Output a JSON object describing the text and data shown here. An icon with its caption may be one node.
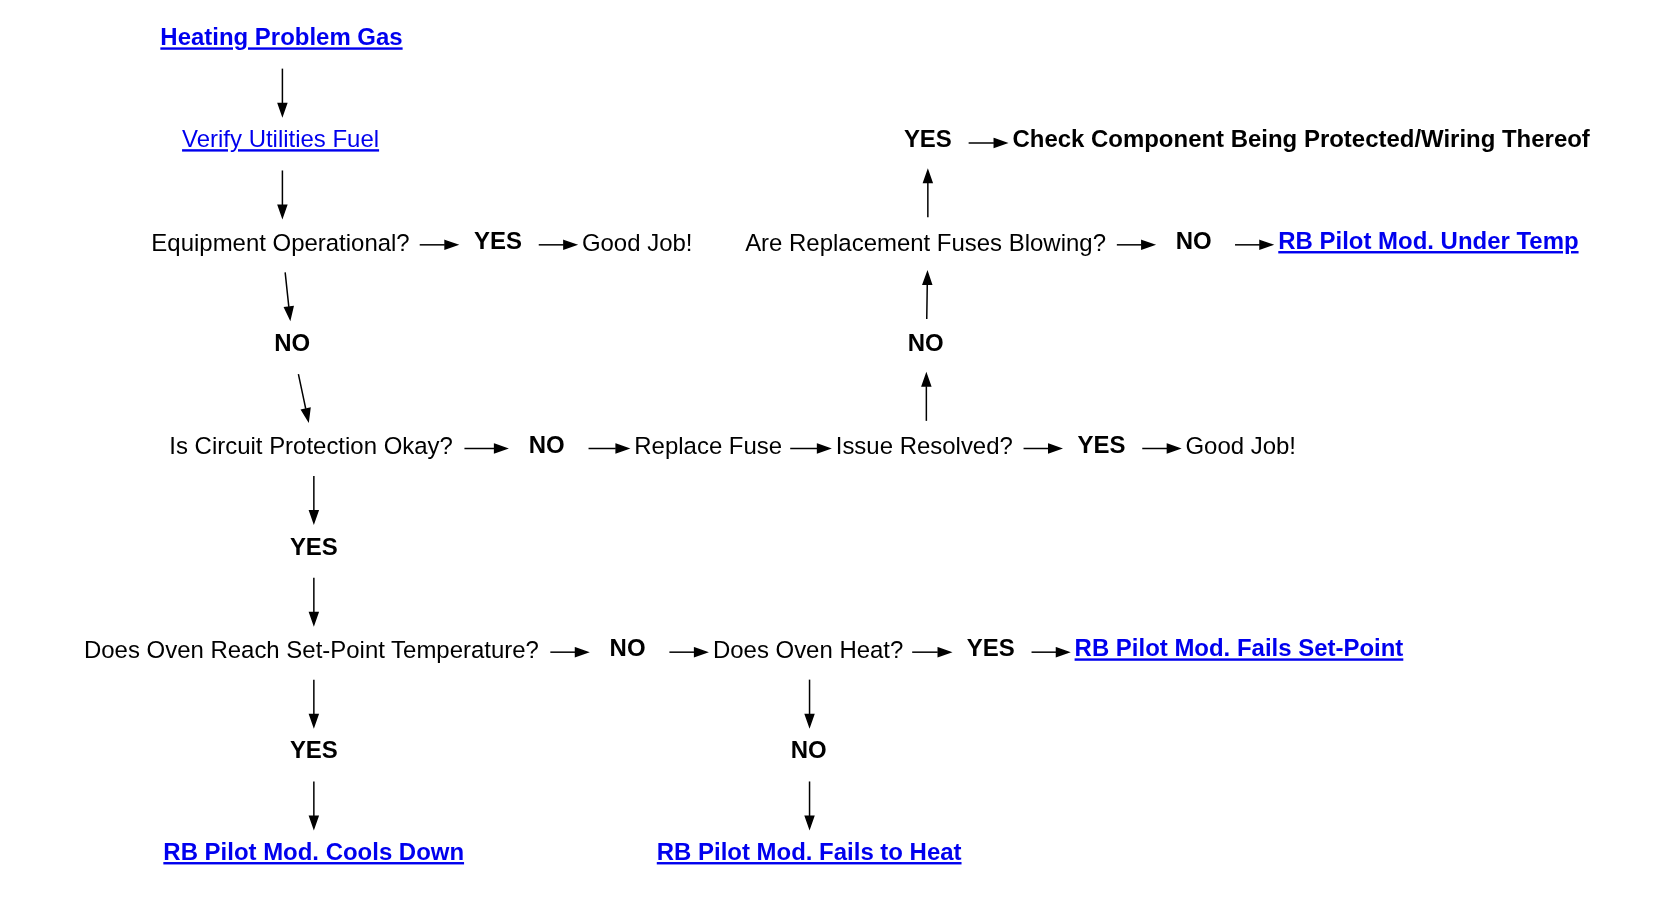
{
  "diagram": {
    "nodes": [
      {
        "text": [
          "Heating Problem Gas"
        ]
      },
      {
        "text": [
          "Verify Utilities Fuel"
        ]
      },
      {
        "text": [
          "YES"
        ]
      },
      {
        "text": [
          "Check Component Being Protected/Wiring Thereof"
        ]
      },
      {
        "text": [
          "Equipment Operational?"
        ]
      },
      {
        "text": [
          "YES"
        ]
      },
      {
        "text": [
          "Good Job!"
        ]
      },
      {
        "text": [
          "Are Replacement Fuses Blowing?"
        ]
      },
      {
        "text": [
          "NO"
        ]
      },
      {
        "text": [
          "RB Pilot Mod. Under Temp"
        ]
      },
      {
        "text": [
          "NO"
        ]
      },
      {
        "text": [
          "NO"
        ]
      },
      {
        "text": [
          "Is Circuit Protection Okay?"
        ]
      },
      {
        "text": [
          "NO"
        ]
      },
      {
        "text": [
          "Replace Fuse"
        ]
      },
      {
        "text": [
          "Issue Resolved?"
        ]
      },
      {
        "text": [
          "YES"
        ]
      },
      {
        "text": [
          "Good Job!"
        ]
      },
      {
        "text": [
          "YES"
        ]
      },
      {
        "text": [
          "Does Oven Reach Set-Point Temperature?"
        ]
      },
      {
        "text": [
          "NO"
        ]
      },
      {
        "text": [
          "Does Oven Heat?"
        ]
      },
      {
        "text": [
          "YES"
        ]
      },
      {
        "text": [
          "RB Pilot Mod. Fails Set-Point"
        ]
      },
      {
        "text": [
          "YES"
        ]
      },
      {
        "text": [
          "NO"
        ]
      },
      {
        "text": [
          "RB Pilot Mod. Cools Down"
        ]
      },
      {
        "text": [
          "RB Pilot Mod. Fails to Heat"
        ]
      }
    ],
    "edges": [
      {
        "from": 0,
        "to": 1,
        "arrow": "to"
      },
      {
        "from": 1,
        "to": 4,
        "arrow": "to"
      },
      {
        "from": 4,
        "to": 5,
        "arrow": "to"
      },
      {
        "from": 5,
        "to": 6,
        "arrow": "to"
      },
      {
        "from": 4,
        "to": 10,
        "arrow": "to"
      },
      {
        "from": 10,
        "to": 12,
        "arrow": "to"
      },
      {
        "from": 12,
        "to": 13,
        "arrow": "to"
      },
      {
        "from": 13,
        "to": 14,
        "arrow": "to"
      },
      {
        "from": 14,
        "to": 15,
        "arrow": "to"
      },
      {
        "from": 15,
        "to": 16,
        "arrow": "to"
      },
      {
        "from": 16,
        "to": 17,
        "arrow": "to"
      },
      {
        "from": 15,
        "to": 11,
        "arrow": "to"
      },
      {
        "from": 11,
        "to": 7,
        "arrow": "to"
      },
      {
        "from": 7,
        "to": 2,
        "arrow": "to"
      },
      {
        "from": 2,
        "to": 3,
        "arrow": "to"
      },
      {
        "from": 7,
        "to": 8,
        "arrow": "to"
      },
      {
        "from": 8,
        "to": 9,
        "arrow": "to"
      },
      {
        "from": 12,
        "to": 18,
        "arrow": "to"
      },
      {
        "from": 18,
        "to": 19,
        "arrow": "to"
      },
      {
        "from": 19,
        "to": 20,
        "arrow": "to"
      },
      {
        "from": 20,
        "to": 21,
        "arrow": "to"
      },
      {
        "from": 21,
        "to": 22,
        "arrow": "to"
      },
      {
        "from": 22,
        "to": 23,
        "arrow": "to"
      },
      {
        "from": 19,
        "to": 24,
        "arrow": "to"
      },
      {
        "from": 24,
        "to": 26,
        "arrow": "to"
      },
      {
        "from": 21,
        "to": 25,
        "arrow": "to"
      },
      {
        "from": 25,
        "to": 27,
        "arrow": "to"
      }
    ]
  }
}
